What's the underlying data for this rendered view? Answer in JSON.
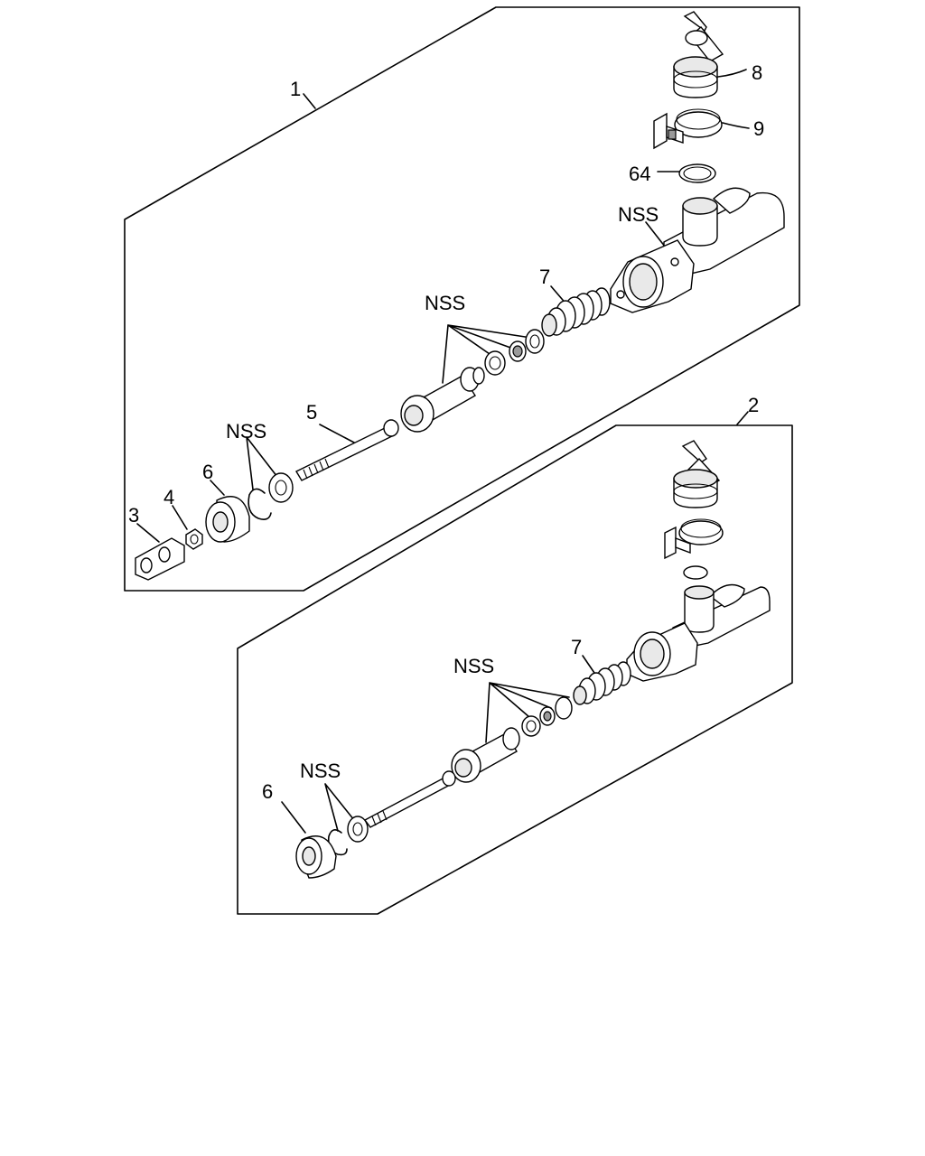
{
  "callouts": {
    "a1": "1",
    "a8": "8",
    "a9": "9",
    "a64": "64",
    "a_nss_housing": "NSS",
    "a7": "7",
    "a_nss_seals": "NSS",
    "a5": "5",
    "a_nss_ring": "NSS",
    "a6": "6",
    "a4": "4",
    "a3": "3",
    "b2": "2",
    "b7": "7",
    "b_nss_seals": "NSS",
    "b_nss_ring": "NSS",
    "b6": "6"
  }
}
